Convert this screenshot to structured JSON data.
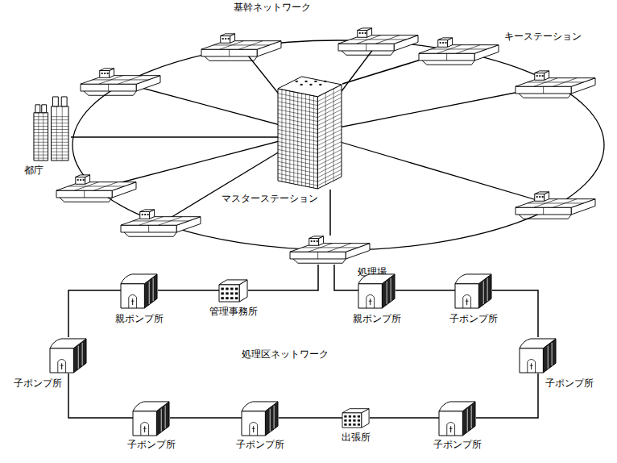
{
  "diagram": {
    "nodes": [
      {
        "text": [
          "都庁"
        ]
      },
      {
        "text": [
          "マスターステーション"
        ]
      },
      {
        "text": [
          "処理場"
        ]
      },
      {
        "text": [
          "キーステーション"
        ]
      },
      {
        "text": [
          "管理事務所"
        ]
      },
      {
        "text": [
          "親ポンプ所"
        ]
      },
      {
        "text": [
          "子ポンプ所"
        ]
      },
      {
        "text": [
          "子ポンプ所"
        ]
      },
      {
        "text": [
          "子ポンプ所"
        ]
      },
      {
        "text": [
          "出張所"
        ]
      },
      {
        "text": [
          "子ポンプ所"
        ]
      },
      {
        "text": [
          "子ポンプ所"
        ]
      },
      {
        "text": [
          "子ポンプ所"
        ]
      },
      {
        "text": [
          "親ポンプ所"
        ]
      }
    ],
    "edges": [
      {
        "from": 1,
        "to": 0,
        "arrow": "none"
      },
      {
        "from": 1,
        "to": 2,
        "arrow": "none"
      },
      {
        "from": 1,
        "to": 3,
        "arrow": "none"
      },
      {
        "from": 2,
        "to": 4,
        "arrow": "none"
      },
      {
        "from": 4,
        "to": 5,
        "arrow": "none"
      },
      {
        "from": 5,
        "to": 6,
        "arrow": "none"
      },
      {
        "from": 6,
        "to": 7,
        "arrow": "none"
      },
      {
        "from": 7,
        "to": 8,
        "arrow": "none"
      },
      {
        "from": 8,
        "to": 9,
        "arrow": "none"
      },
      {
        "from": 9,
        "to": 10,
        "arrow": "none"
      },
      {
        "from": 10,
        "to": 11,
        "arrow": "none"
      },
      {
        "from": 11,
        "to": 12,
        "arrow": "none"
      },
      {
        "from": 12,
        "to": 13,
        "arrow": "none"
      },
      {
        "from": 13,
        "to": 2,
        "arrow": "none"
      }
    ],
    "labels": [
      "基幹ネットワーク",
      "処理区ネットワーク"
    ]
  }
}
